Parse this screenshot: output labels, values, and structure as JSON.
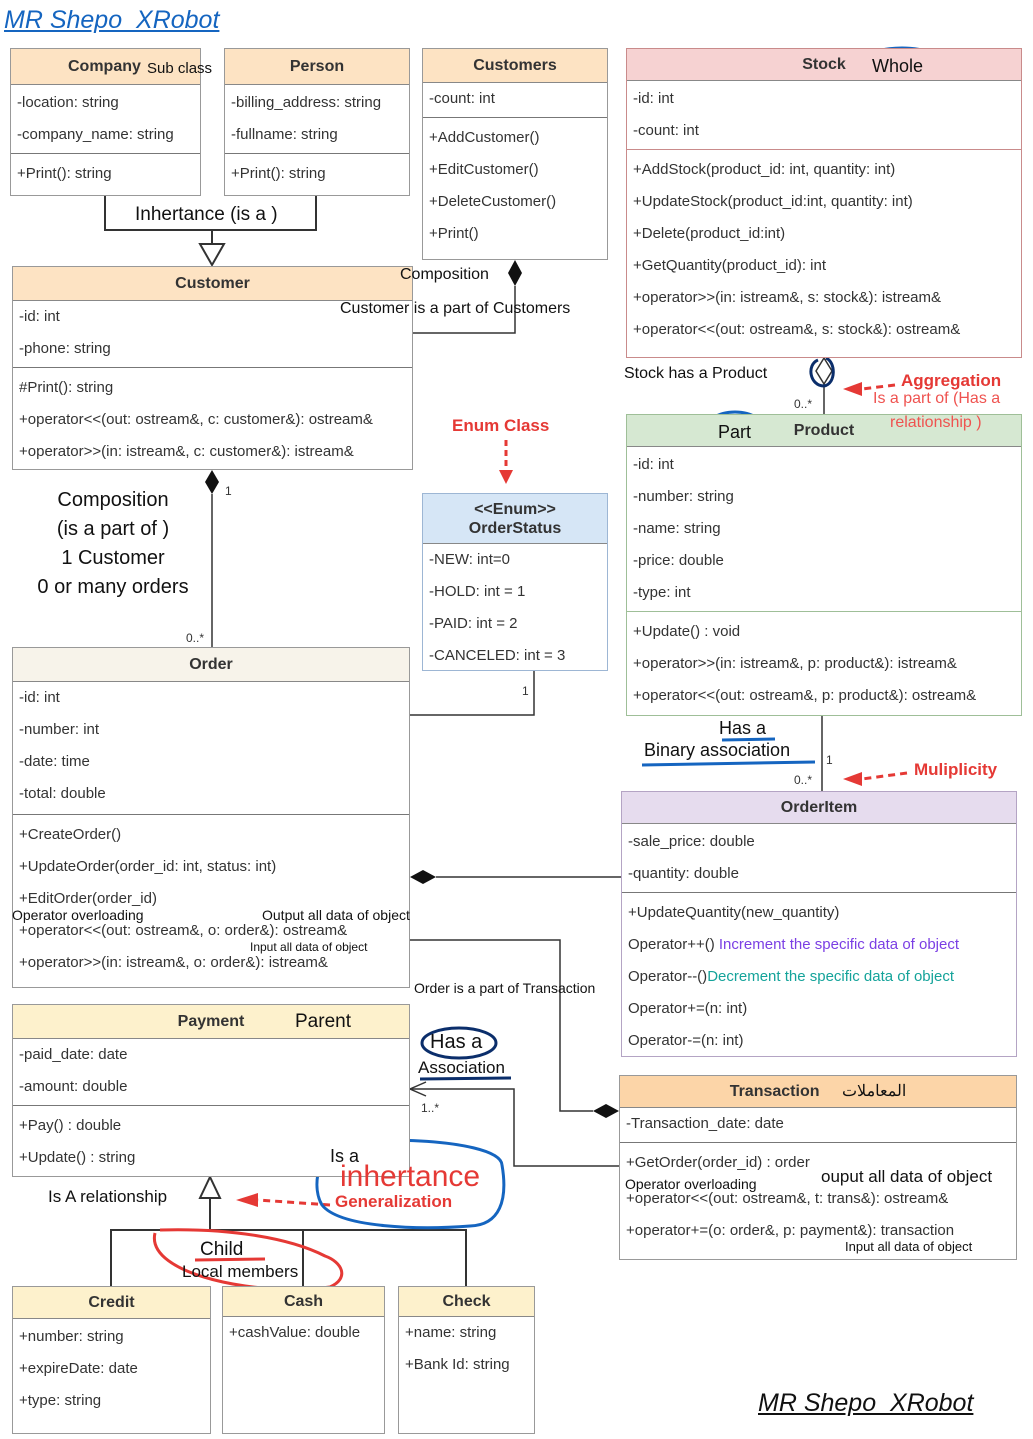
{
  "author": "MR Shepo_XRobot",
  "classes": {
    "company": {
      "title": "Company",
      "attributes": [
        "-location: string",
        "-company_name: string"
      ],
      "methods": [
        "+Print(): string"
      ]
    },
    "person": {
      "title": "Person",
      "attributes": [
        "-billing_address: string",
        "-fullname: string"
      ],
      "methods": [
        "+Print(): string"
      ]
    },
    "customers": {
      "title": "Customers",
      "attributes": [
        "-count: int"
      ],
      "methods": [
        "+AddCustomer()",
        "+EditCustomer()",
        "+DeleteCustomer()",
        "+Print()"
      ]
    },
    "stock": {
      "title": "Stock",
      "attributes": [
        "-id: int",
        "-count: int"
      ],
      "methods": [
        "+AddStock(product_id: int, quantity: int)",
        "+UpdateStock(product_id:int, quantity: int)",
        "+Delete(product_id:int)",
        "+GetQuantity(product_id): int",
        "+operator>>(in: istream&, s: stock&): istream&",
        "+operator<<(out: ostream&, s: stock&): ostream&"
      ]
    },
    "customer": {
      "title": "Customer",
      "attributes": [
        "-id: int",
        "-phone: string"
      ],
      "methods": [
        "#Print(): string",
        "+operator<<(out: ostream&, c: customer&): ostream&",
        "+operator>>(in: istream&, c: customer&): istream&"
      ]
    },
    "orderstatus": {
      "stereotype": "<<Enum>>",
      "title": "OrderStatus",
      "attributes": [
        "-NEW: int=0",
        "-HOLD: int = 1",
        "-PAID: int = 2",
        "-CANCELED: int = 3"
      ]
    },
    "product": {
      "title": "Product",
      "attributes": [
        "-id: int",
        "-number: string",
        "-name: string",
        "-price: double",
        "-type: int"
      ],
      "methods": [
        "+Update() : void",
        "+operator>>(in: istream&, p: product&): istream&",
        "+operator<<(out: ostream&, p: product&): ostream&"
      ]
    },
    "order": {
      "title": "Order",
      "attributes": [
        "-id: int",
        "-number: int",
        "-date: time",
        "-total: double"
      ],
      "methods": [
        "+CreateOrder()",
        "+UpdateOrder(order_id: int, status: int)",
        "+EditOrder(order_id)",
        "+operator<<(out: ostream&, o: order&): ostream&",
        "+operator>>(in: istream&, o: order&): istream&"
      ]
    },
    "orderitem": {
      "title": "OrderItem",
      "attributes": [
        "-sale_price: double",
        "-quantity: double"
      ],
      "methods": [
        "+UpdateQuantity(new_quantity)",
        "Operator++()",
        "Operator--()",
        "Operator+=(n: int)",
        "Operator-=(n: int)"
      ]
    },
    "payment": {
      "title": "Payment",
      "attributes": [
        "-paid_date: date",
        "-amount: double"
      ],
      "methods": [
        "+Pay() : double",
        "+Update() : string"
      ]
    },
    "transaction": {
      "title": "Transaction",
      "attributes": [
        "-Transaction_date: date"
      ],
      "methods": [
        "+GetOrder(order_id) : order",
        "+operator<<(out: ostream&, t: trans&): ostream&",
        "+operator+=(o: order&, p: payment&): transaction"
      ]
    },
    "credit": {
      "title": "Credit",
      "attributes": [
        "+number: string",
        "+expireDate: date",
        "+type: string"
      ]
    },
    "cash": {
      "title": "Cash",
      "attributes": [
        "+cashValue: double"
      ]
    },
    "check": {
      "title": "Check",
      "attributes": [
        "+name: string",
        "+Bank Id: string"
      ]
    }
  },
  "annotations": {
    "sub_class": "Sub class",
    "inheritance": "Inhertance (is a )",
    "composition_top": "Composition",
    "customer_part": "Customer is a part of Customers",
    "whole": "Whole",
    "stock_has_product": "Stock has a Product",
    "aggregation": "Aggregation",
    "aggregation_desc_1": "Is a part of (Has a",
    "aggregation_desc_2": "relationship )",
    "part": "Part",
    "enum_class": "Enum Class",
    "composition_left": [
      "Composition",
      "(is a part of )",
      "1 Customer",
      "0 or many orders"
    ],
    "has_a": "Has a",
    "binary_association": "Binary association",
    "multiplicity": "Muliplicity",
    "operator_overloading": "Operator overloading",
    "output_all": "Output all data of object",
    "input_all": "Input all data of object",
    "increment": "Increment the specific  data of object",
    "decrement": "Decrement the specific data of object",
    "order_part_transaction": "Order is a part of Transaction",
    "parent": "Parent",
    "has_a_assoc": "Has a",
    "association": "Association",
    "transaction_ar": "المعاملات",
    "transaction_op": "Operator overloading",
    "ouput_all": "ouput all data of object",
    "transaction_input": "Input all data of object",
    "is_a": "Is a",
    "inhertance": "inhertance",
    "generalization": "Generalization",
    "is_a_relationship": "Is A relationship",
    "child": "Child",
    "local_members": "Local members"
  },
  "multiplicities": {
    "customer_one": "1",
    "order_many": "0..*",
    "enum_one": "1",
    "stock_many": "0..*",
    "product_one": "1",
    "orderitem_many": "0..*",
    "payment_many": "1..*"
  },
  "colors": {
    "orange_header": "#fde3c3",
    "pink_header": "#f6d2d2",
    "green_header": "#d6e8d2",
    "blue_header": "#d6e6f6",
    "purple_header": "#e6dcee",
    "cream_header": "#fdf1cc",
    "order_header": "#f7f3ea",
    "transaction_header": "#fcd5a8"
  }
}
